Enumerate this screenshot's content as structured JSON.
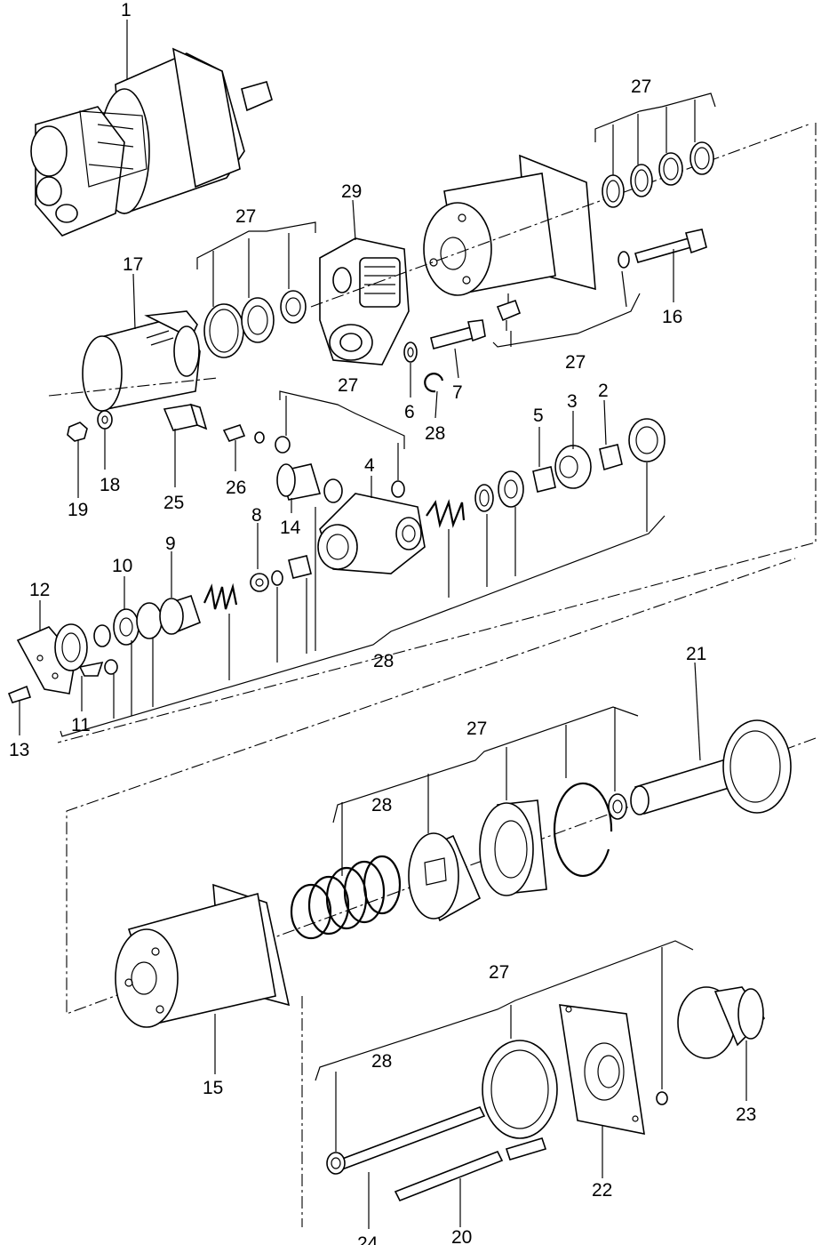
{
  "callouts": [
    {
      "id": "c1",
      "label": "1"
    },
    {
      "id": "c2",
      "label": "2"
    },
    {
      "id": "c3",
      "label": "3"
    },
    {
      "id": "c4",
      "label": "4"
    },
    {
      "id": "c5",
      "label": "5"
    },
    {
      "id": "c6",
      "label": "6"
    },
    {
      "id": "c7",
      "label": "7"
    },
    {
      "id": "c8",
      "label": "8"
    },
    {
      "id": "c9",
      "label": "9"
    },
    {
      "id": "c10",
      "label": "10"
    },
    {
      "id": "c11",
      "label": "11"
    },
    {
      "id": "c12",
      "label": "12"
    },
    {
      "id": "c13",
      "label": "13"
    },
    {
      "id": "c14",
      "label": "14"
    },
    {
      "id": "c15",
      "label": "15"
    },
    {
      "id": "c16",
      "label": "16"
    },
    {
      "id": "c17",
      "label": "17"
    },
    {
      "id": "c18",
      "label": "18"
    },
    {
      "id": "c19",
      "label": "19"
    },
    {
      "id": "c20",
      "label": "20"
    },
    {
      "id": "c21",
      "label": "21"
    },
    {
      "id": "c22",
      "label": "22"
    },
    {
      "id": "c23",
      "label": "23"
    },
    {
      "id": "c24",
      "label": "24"
    },
    {
      "id": "c25",
      "label": "25"
    },
    {
      "id": "c26",
      "label": "26"
    },
    {
      "id": "c27a",
      "label": "27"
    },
    {
      "id": "c27b",
      "label": "27"
    },
    {
      "id": "c27c",
      "label": "27"
    },
    {
      "id": "c27d",
      "label": "27"
    },
    {
      "id": "c27e",
      "label": "27"
    },
    {
      "id": "c27f",
      "label": "27"
    },
    {
      "id": "c28a",
      "label": "28"
    },
    {
      "id": "c28b",
      "label": "28"
    },
    {
      "id": "c28c",
      "label": "28"
    },
    {
      "id": "c28d",
      "label": "28"
    },
    {
      "id": "c29",
      "label": "29"
    }
  ]
}
